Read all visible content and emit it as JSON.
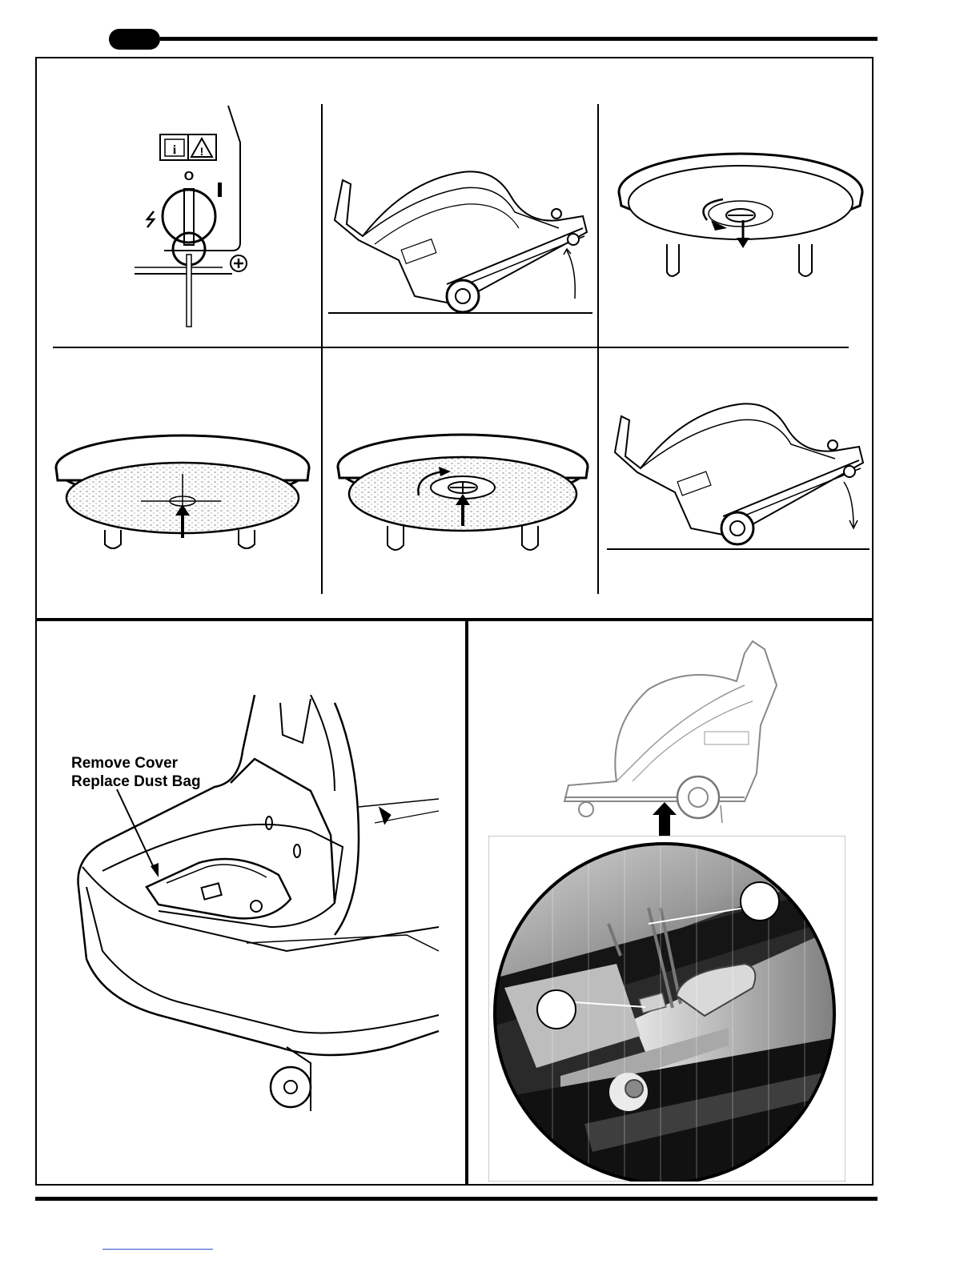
{
  "figure": {
    "cover_caption_line1": "Remove Cover",
    "cover_caption_line2": "Replace Dust Bag",
    "switch_labels": {
      "off": "O",
      "on": "I"
    }
  },
  "icons": {
    "manual": "manual-info-icon",
    "warning": "warning-triangle-icon",
    "power": "lightning-icon",
    "screw": "phillips-screw-icon"
  },
  "colors": {
    "ink": "#000000",
    "footer_link": "#3050c8",
    "photo_dark": "#1a1a1a"
  }
}
